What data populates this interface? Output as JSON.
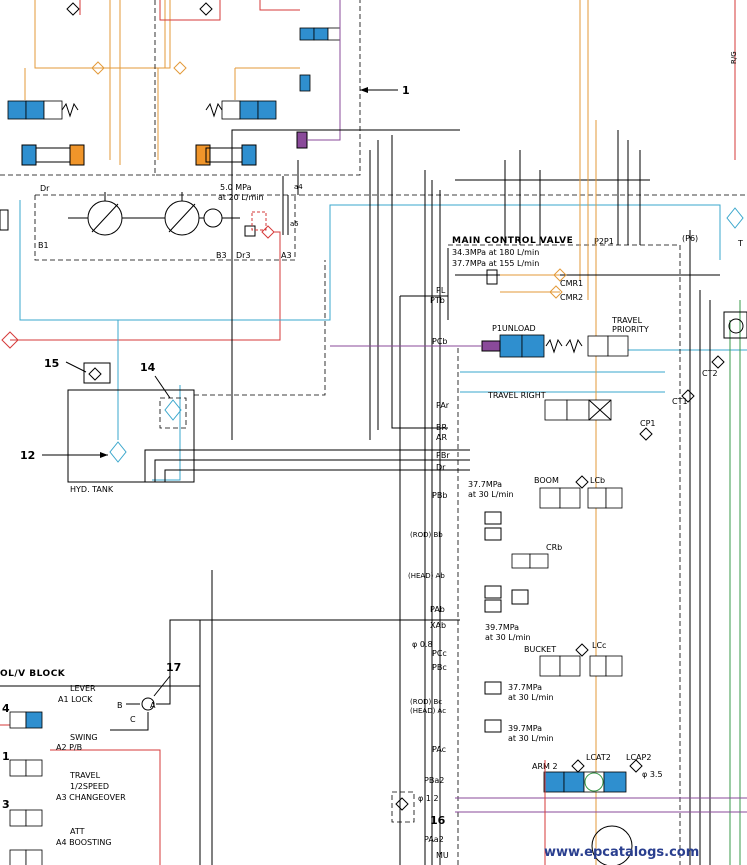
{
  "labels": {
    "callout_1": "1",
    "callout_12": "12",
    "callout_14": "14",
    "callout_15": "15",
    "callout_16": "16",
    "callout_17": "17",
    "dr_top": "Dr",
    "pump_pressure_1": "5.0 MPa",
    "pump_pressure_2": "at 20 L/min",
    "a4": "a4",
    "a5": "a5",
    "b1": "B1",
    "b3": "B3",
    "dr3": "Dr3",
    "a3": "A3",
    "hyd_tank": "HYD. TANK",
    "mcv_title": "MAIN CONTROL VALVE",
    "mcv_p1": "34.3MPa  at 180 L/min",
    "mcv_p2": "37.7MPa  at 155 L/min",
    "p2p1": "P2P1",
    "p6": "(P6)",
    "cmr1": "CMR1",
    "cmr2": "CMR2",
    "pl": "PL",
    "ptb": "PTb",
    "pcb": "PCb",
    "p1unload": "P1UNLOAD",
    "travel_priority_1": "TRAVEL",
    "travel_priority_2": "PRIORITY",
    "ct2": "CT2",
    "ct1": "CT1",
    "par": "PAr",
    "travel_right": "TRAVEL RIGHT",
    "br": "BR",
    "ar": "AR",
    "cp1": "CP1",
    "pbr": "PBr",
    "dr_mid": "Dr",
    "boom_p1": "37.7MPa",
    "boom_p2": "at 30 L/min",
    "boom": "BOOM",
    "lcb": "LCb",
    "pbb": "PBb",
    "rod_bb": "(ROD) Bb",
    "crb": "CRb",
    "head_ab": "(HEAD) Ab",
    "pab": "PAb",
    "xab": "XAb",
    "bucket_p1": "39.7MPa",
    "bucket_p2": "at 30 L/min",
    "phi08": "φ 0.8",
    "pcc": "PCc",
    "bucket": "BUCKET",
    "lcc": "LCc",
    "pbc": "PBc",
    "relief_a1": "37.7MPa",
    "relief_a2": "at 30 L/min",
    "rod_bc": "(ROD) Bc",
    "head_ac": "(HEAD) Ac",
    "relief_b1": "39.7MPa",
    "relief_b2": "at 30 L/min",
    "pac": "PAc",
    "lcat2": "LCAT2",
    "lcap2": "LCAP2",
    "arm2": "ARM 2",
    "phi35": "φ 3.5",
    "pba2": "PBa2",
    "phi12": "φ 1.2",
    "paa2": "PAa2",
    "mu": "MU",
    "sol_block": "OL/V BLOCK",
    "lever_1": "LEVER",
    "lever_2": "A1 LOCK",
    "swing_1": "SWING",
    "swing_2": "A2 P/B",
    "travel_1": "TRAVEL",
    "travel_2": "1/2SPEED",
    "travel_3": "A3 CHANGEOVER",
    "att_1": "ATT",
    "att_2": "A4 BOOSTING",
    "port_b": "B",
    "port_a": "A",
    "port_c": "C",
    "num_4": "4",
    "num_3": "3",
    "num_1": "1",
    "rg": "R/G",
    "tl": "T",
    "watermark": "www.epcatalogs.com"
  },
  "colors": {
    "pilot_line": "#3aa7cc",
    "drain_line": "#d63a3a",
    "signal_line": "#e39a3a",
    "purple_line": "#8a4a9a",
    "green_line": "#3a9a4a",
    "spool_fill": "#2f8fcf",
    "valve_accent": "#f0952a"
  }
}
